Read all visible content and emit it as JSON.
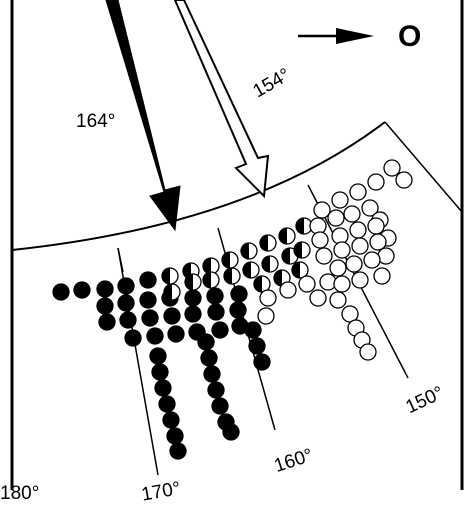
{
  "colors": {
    "ink": "#000000",
    "paper": "#ffffff"
  },
  "compass": {
    "label": "O",
    "icon": "arrow-right-icon"
  },
  "arrows": {
    "dark": {
      "label": "164°",
      "style": "solid-black"
    },
    "light": {
      "label": "154°",
      "style": "outline"
    }
  },
  "scale_labels": {
    "left_edge": "180°",
    "a": "170°",
    "b": "160°",
    "c": "150°"
  },
  "legend_states": [
    "filled",
    "half-filled",
    "empty"
  ]
}
